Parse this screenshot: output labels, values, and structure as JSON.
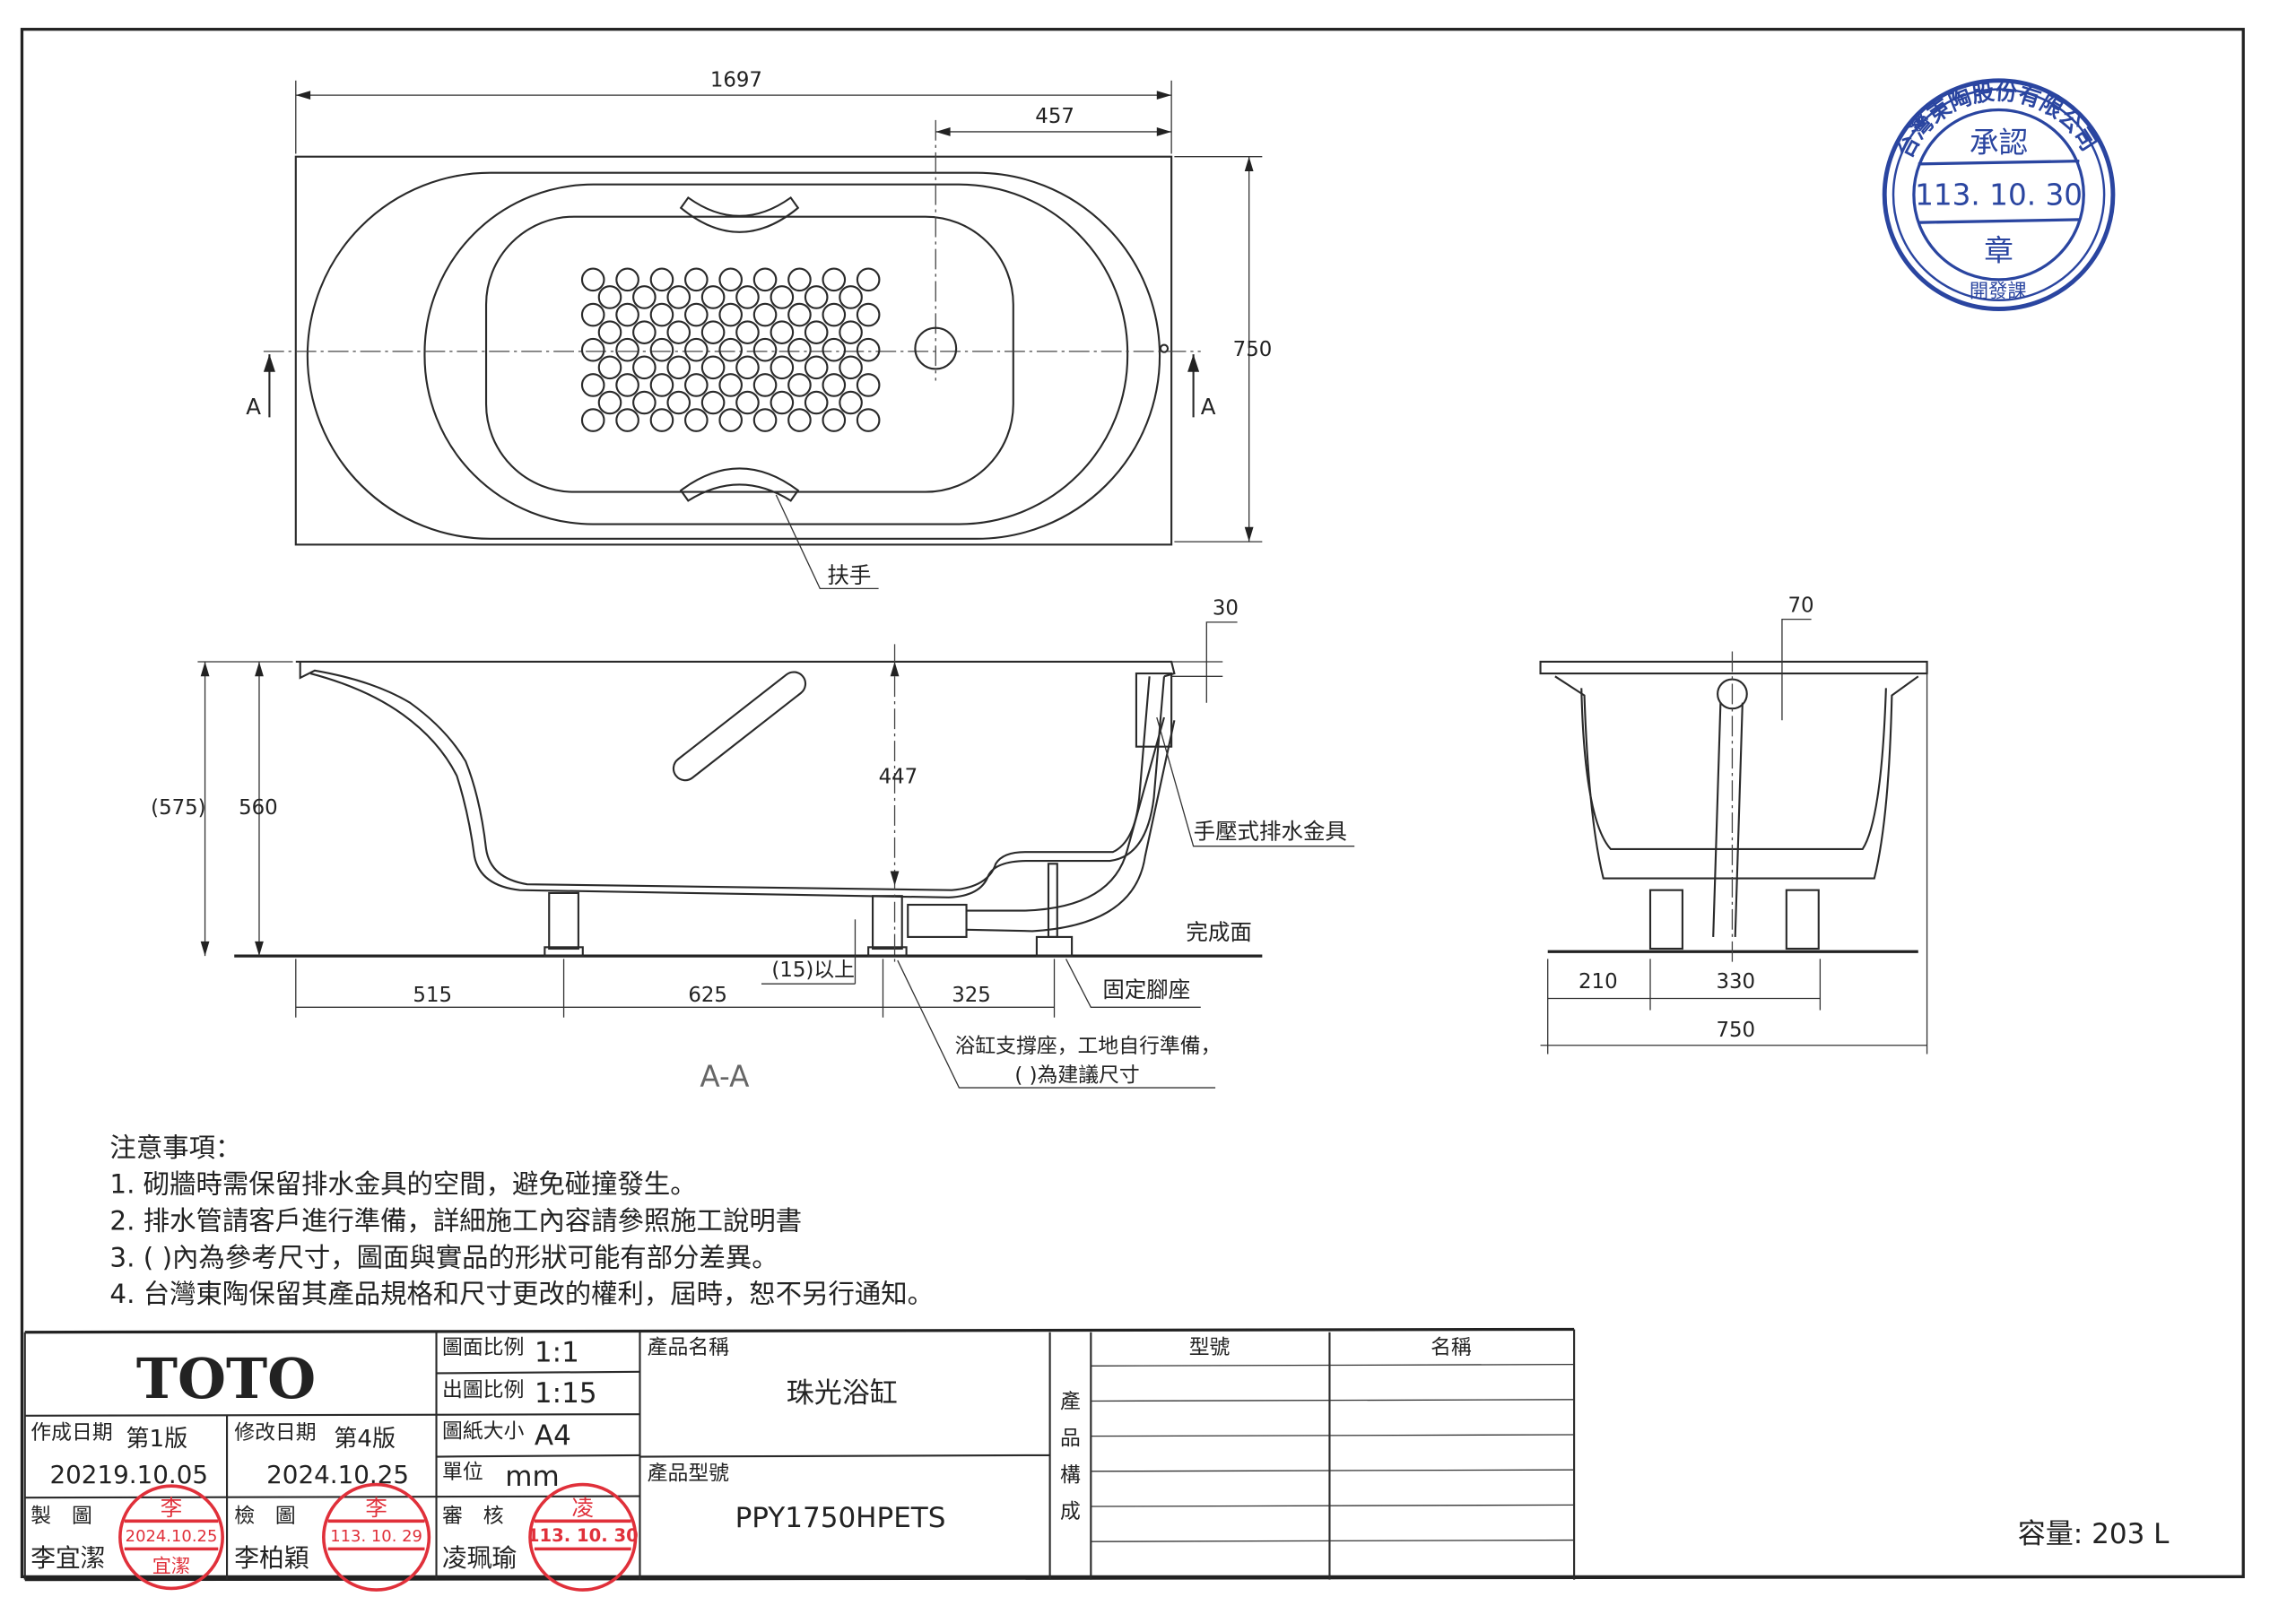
{
  "dimensions": {
    "top_length": "1697",
    "top_drain_offset": "457",
    "top_width": "750",
    "section_marker": "A",
    "handle_label": "扶手",
    "rim_thickness": "30",
    "depth_total_ref": "(575)",
    "depth_total": "560",
    "inner_depth": "447",
    "drain_label": "手壓式排水金具",
    "floor_label": "完成面",
    "foot_label": "固定腳座",
    "clearance": "(15)以上",
    "span_1": "515",
    "span_2": "625",
    "span_3": "325",
    "support_note_1": "浴缸支撐座，工地自行準備，",
    "support_note_2": "(    )為建議尺寸",
    "section_title": "A-A",
    "end_rim": "70",
    "end_span_1": "210",
    "end_span_2": "330",
    "end_width": "750"
  },
  "notes": {
    "title": "注意事項：",
    "items": [
      "1. 砌牆時需保留排水金具的空間，避免碰撞發生。",
      "2. 排水管請客戶進行準備，詳細施工內容請參照施工說明書",
      "3. (    )內為參考尺寸，圖面與實品的形狀可能有部分差異。",
      "4. 台灣東陶保留其產品規格和尺寸更改的權利，屆時，恕不另行通知。"
    ]
  },
  "title_block": {
    "logo": "TOTO",
    "drawing_scale_label": "圖面比例",
    "drawing_scale": "1:1",
    "output_scale_label": "出圖比例",
    "output_scale": "1:15",
    "paper_size_label": "圖紙大小",
    "paper_size": "A4",
    "unit_label": "單位",
    "unit": "mm",
    "created_label": "作成日期",
    "created_version": "第1版",
    "created_date": "20219.10.05",
    "revised_label": "修改日期",
    "revised_version": "第4版",
    "revised_date": "2024.10.25",
    "drawn_label": "製　圖",
    "drawn_by": "李宜潔",
    "checked_label": "檢　圖",
    "checked_by": "李柏穎",
    "approved_label": "審　核",
    "approved_by": "凌珮瑜",
    "product_name_label": "產品名稱",
    "product_name": "珠光浴缸",
    "product_model_label": "產品型號",
    "product_model": "PPY1750HPETS",
    "composition_label": [
      "產",
      "品",
      "構",
      "成"
    ],
    "composition_headers": [
      "型號",
      "名稱"
    ],
    "capacity": "容量: 203 L"
  },
  "stamps": {
    "company": "台灣東陶股份有限公司",
    "approval": "承認",
    "approval_date": "113. 10. 30",
    "seal": "章",
    "dept": "開發課",
    "drawn_stamp": {
      "surname": "李",
      "date": "2024.10.25",
      "name": "宜潔"
    },
    "checked_stamp": {
      "surname": "李",
      "date": "113. 10. 29"
    },
    "approved_stamp": {
      "surname": "凌",
      "date": "113. 10. 30"
    }
  },
  "colors": {
    "stamp_red": "#e0303a",
    "stamp_blue": "#2a45a0"
  }
}
